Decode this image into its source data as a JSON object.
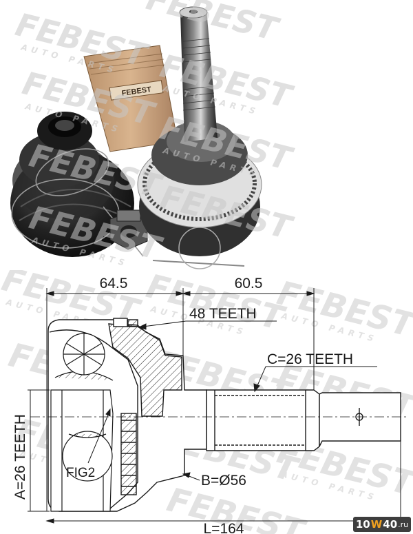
{
  "watermark": {
    "brand": "FEBEST",
    "tagline": "AUTO PARTS"
  },
  "photo": {
    "tube_label": "FEBEST"
  },
  "dimensions": {
    "length_a": "64.5",
    "length_b": "60.5",
    "abs_teeth": "48 TEETH",
    "spline_c": "C=26 TEETH",
    "spline_a": "A=26 TEETH",
    "diameter_b": "B=Ø56",
    "total_length": "L=164",
    "figure_ref": "FIG2"
  },
  "site_badge": {
    "prefix": "10",
    "highlight": "W",
    "number": "40",
    "suffix": ".ru"
  },
  "colors": {
    "line": "#1a1a1a",
    "watermark": "#c8c8c8",
    "badge_bg": "#3e3e3e",
    "badge_accent": "#f0a020"
  }
}
